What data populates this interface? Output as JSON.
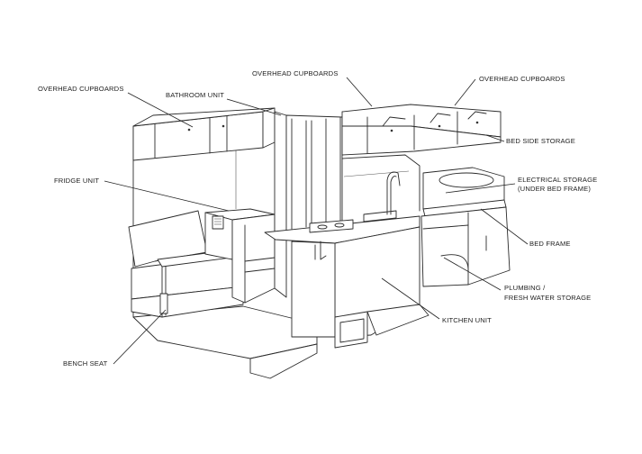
{
  "labels": {
    "overhead_left": "OVERHEAD CUPBOARDS",
    "bathroom": "BATHROOM UNIT",
    "overhead_center": "OVERHEAD CUPBOARDS",
    "overhead_right": "OVERHEAD CUPBOARDS",
    "bedside": "BED SIDE STORAGE",
    "electrical_line1": "ELECTRICAL STORAGE",
    "electrical_line2": "(UNDER BED FRAME)",
    "fridge": "FRIDGE UNIT",
    "bed_frame": "BED FRAME",
    "plumbing_line1": "PLUMBING /",
    "plumbing_line2": "FRESH WATER STORAGE",
    "kitchen": "KITCHEN UNIT",
    "bench": "BENCH SEAT"
  }
}
